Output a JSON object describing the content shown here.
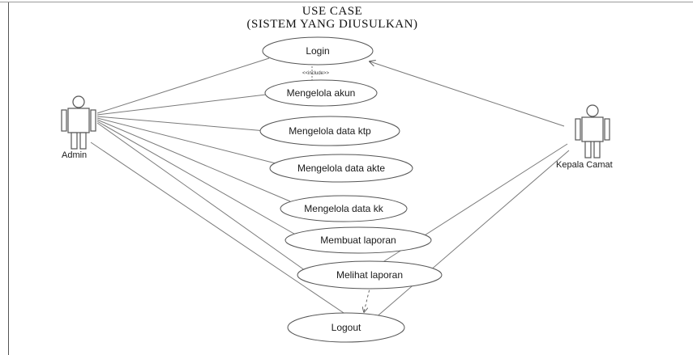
{
  "diagram": {
    "title_line1": "USE CASE",
    "title_line2": "(SISTEM YANG DIUSULKAN)",
    "actors": {
      "admin": "Admin",
      "kepala_camat": "Kepala Camat"
    },
    "use_cases": {
      "login": "Login",
      "mengelola_akun": "Mengelola akun",
      "mengelola_data_ktp": "Mengelola data ktp",
      "mengelola_data_akte": "Mengelola data akte",
      "mengelola_data_kk": "Mengelola data kk",
      "membuat_laporan": "Membuat laporan",
      "melihat_laporan": "Melihat laporan",
      "logout": "Logout"
    },
    "include_label": "<<include>>",
    "colors": {
      "line": "#7a7a7a",
      "ink": "#1a1a1a"
    }
  }
}
